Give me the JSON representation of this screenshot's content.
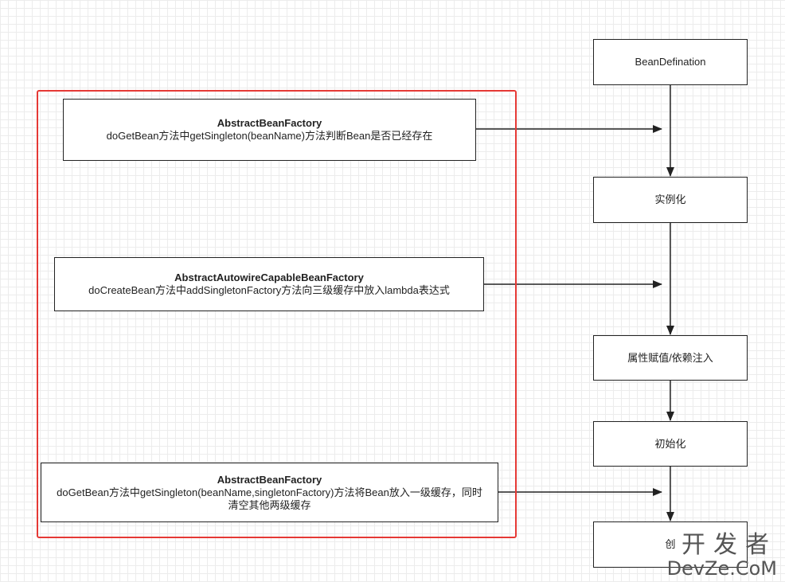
{
  "right_column": [
    {
      "id": "bean-defination",
      "label": "BeanDefination"
    },
    {
      "id": "instantiate",
      "label": "实例化"
    },
    {
      "id": "populate",
      "label": "属性赋值/依赖注入"
    },
    {
      "id": "initialize",
      "label": "初始化"
    },
    {
      "id": "create",
      "label": "创"
    }
  ],
  "left_boxes": [
    {
      "title": "AbstractBeanFactory",
      "desc": "doGetBean方法中getSingleton(beanName)方法判断Bean是否已经存在"
    },
    {
      "title": "AbstractAutowireCapableBeanFactory",
      "desc": "doCreateBean方法中addSingletonFactory方法向三级缓存中放入lambda表达式"
    },
    {
      "title": "AbstractBeanFactory",
      "desc": "doGetBean方法中getSingleton(beanName,singletonFactory)方法将Bean放入一级缓存，同时清空其他两级缓存"
    }
  ],
  "highlight_color": "#e53935",
  "watermark": {
    "line1": "开发者",
    "line2": "DevZe.CoM"
  }
}
